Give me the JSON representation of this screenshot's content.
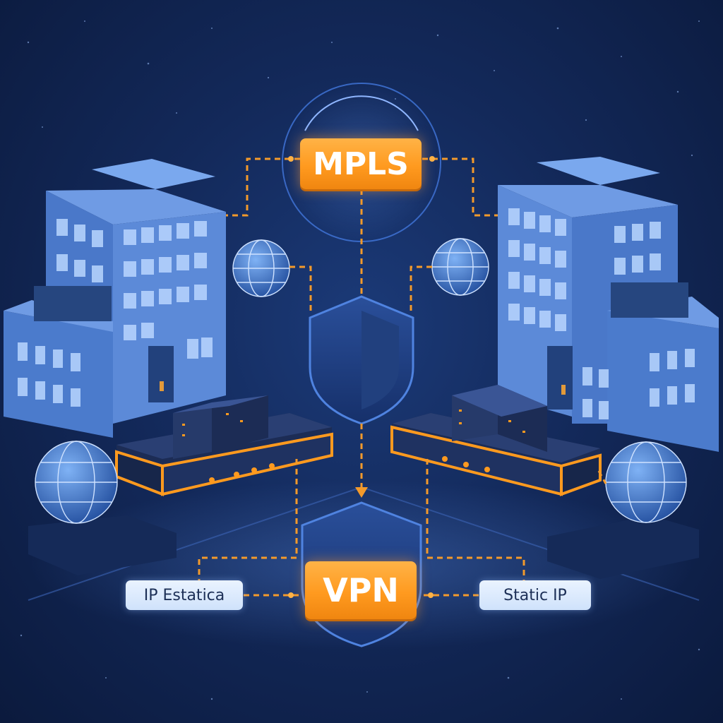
{
  "labels": {
    "top_link": "MPLS",
    "bottom_link": "VPN",
    "left_ip": "IP Estatica",
    "right_ip": "Static IP"
  },
  "colors": {
    "background": "#13295a",
    "accent_orange": "#ff9a1f",
    "building_blue": "#4f7fd1",
    "connector_dash": "#f39a2b"
  },
  "icons": [
    "building-icon",
    "server-rack-icon",
    "router-icon",
    "globe-icon",
    "shield-icon"
  ]
}
